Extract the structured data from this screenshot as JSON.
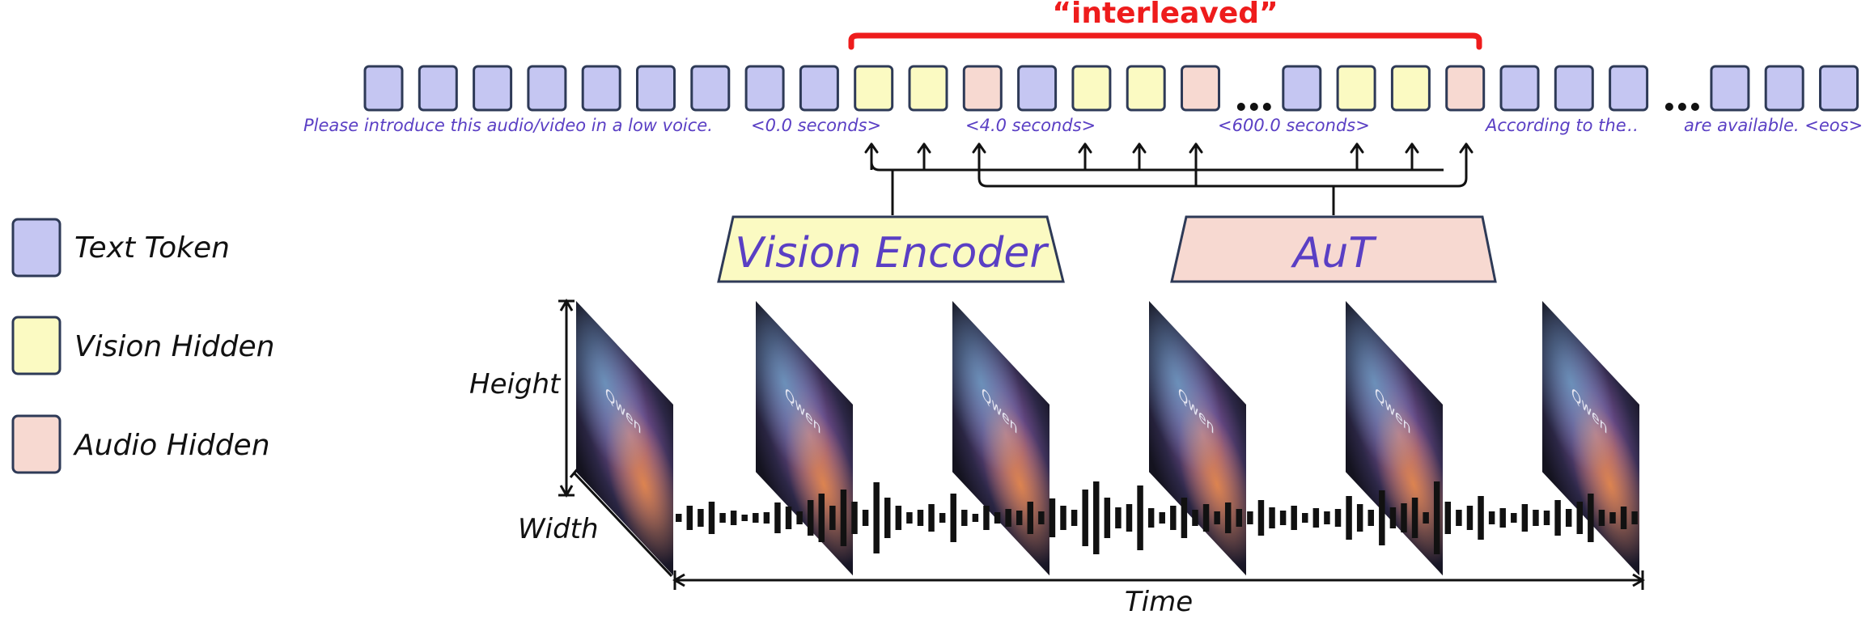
{
  "title": "“interleaved”",
  "tokens": {
    "sequence": [
      "T",
      "T",
      "T",
      "T",
      "T",
      "T",
      "T",
      "T",
      "T",
      "V",
      "V",
      "A",
      "T",
      "V",
      "V",
      "A",
      "…",
      "T",
      "V",
      "V",
      "A",
      "T",
      "T",
      "T",
      "…",
      "T",
      "T",
      "T"
    ],
    "labels": {
      "prompt": "Please introduce this audio/video in a low voice.",
      "t0": "<0.0 seconds>",
      "t1": "<4.0 seconds>",
      "t2": "<600.0 seconds>",
      "answer_start": "According to the",
      "ellipsis": "…",
      "answer_end": "are available. <eos>"
    }
  },
  "encoders": {
    "vision": "Vision Encoder",
    "audio": "AuT"
  },
  "legend": [
    {
      "label": "Text Token",
      "kind": "text"
    },
    {
      "label": "Vision Hidden",
      "kind": "vision"
    },
    {
      "label": "Audio Hidden",
      "kind": "audio"
    }
  ],
  "axes": {
    "height": "Height",
    "width": "Width",
    "time": "Time"
  },
  "frame_count": 6,
  "frame_overlay_text": "Qwen",
  "colors": {
    "text_token": "#c5c6f2",
    "vision_hidden": "#fbfac2",
    "audio_hidden": "#f7d9d1",
    "border": "#2e3a57",
    "bracket": "#ee1c1c",
    "label_blue": "#5a3fc4",
    "vision_box": "#fbfac2",
    "audio_box": "#f7d9d1"
  }
}
